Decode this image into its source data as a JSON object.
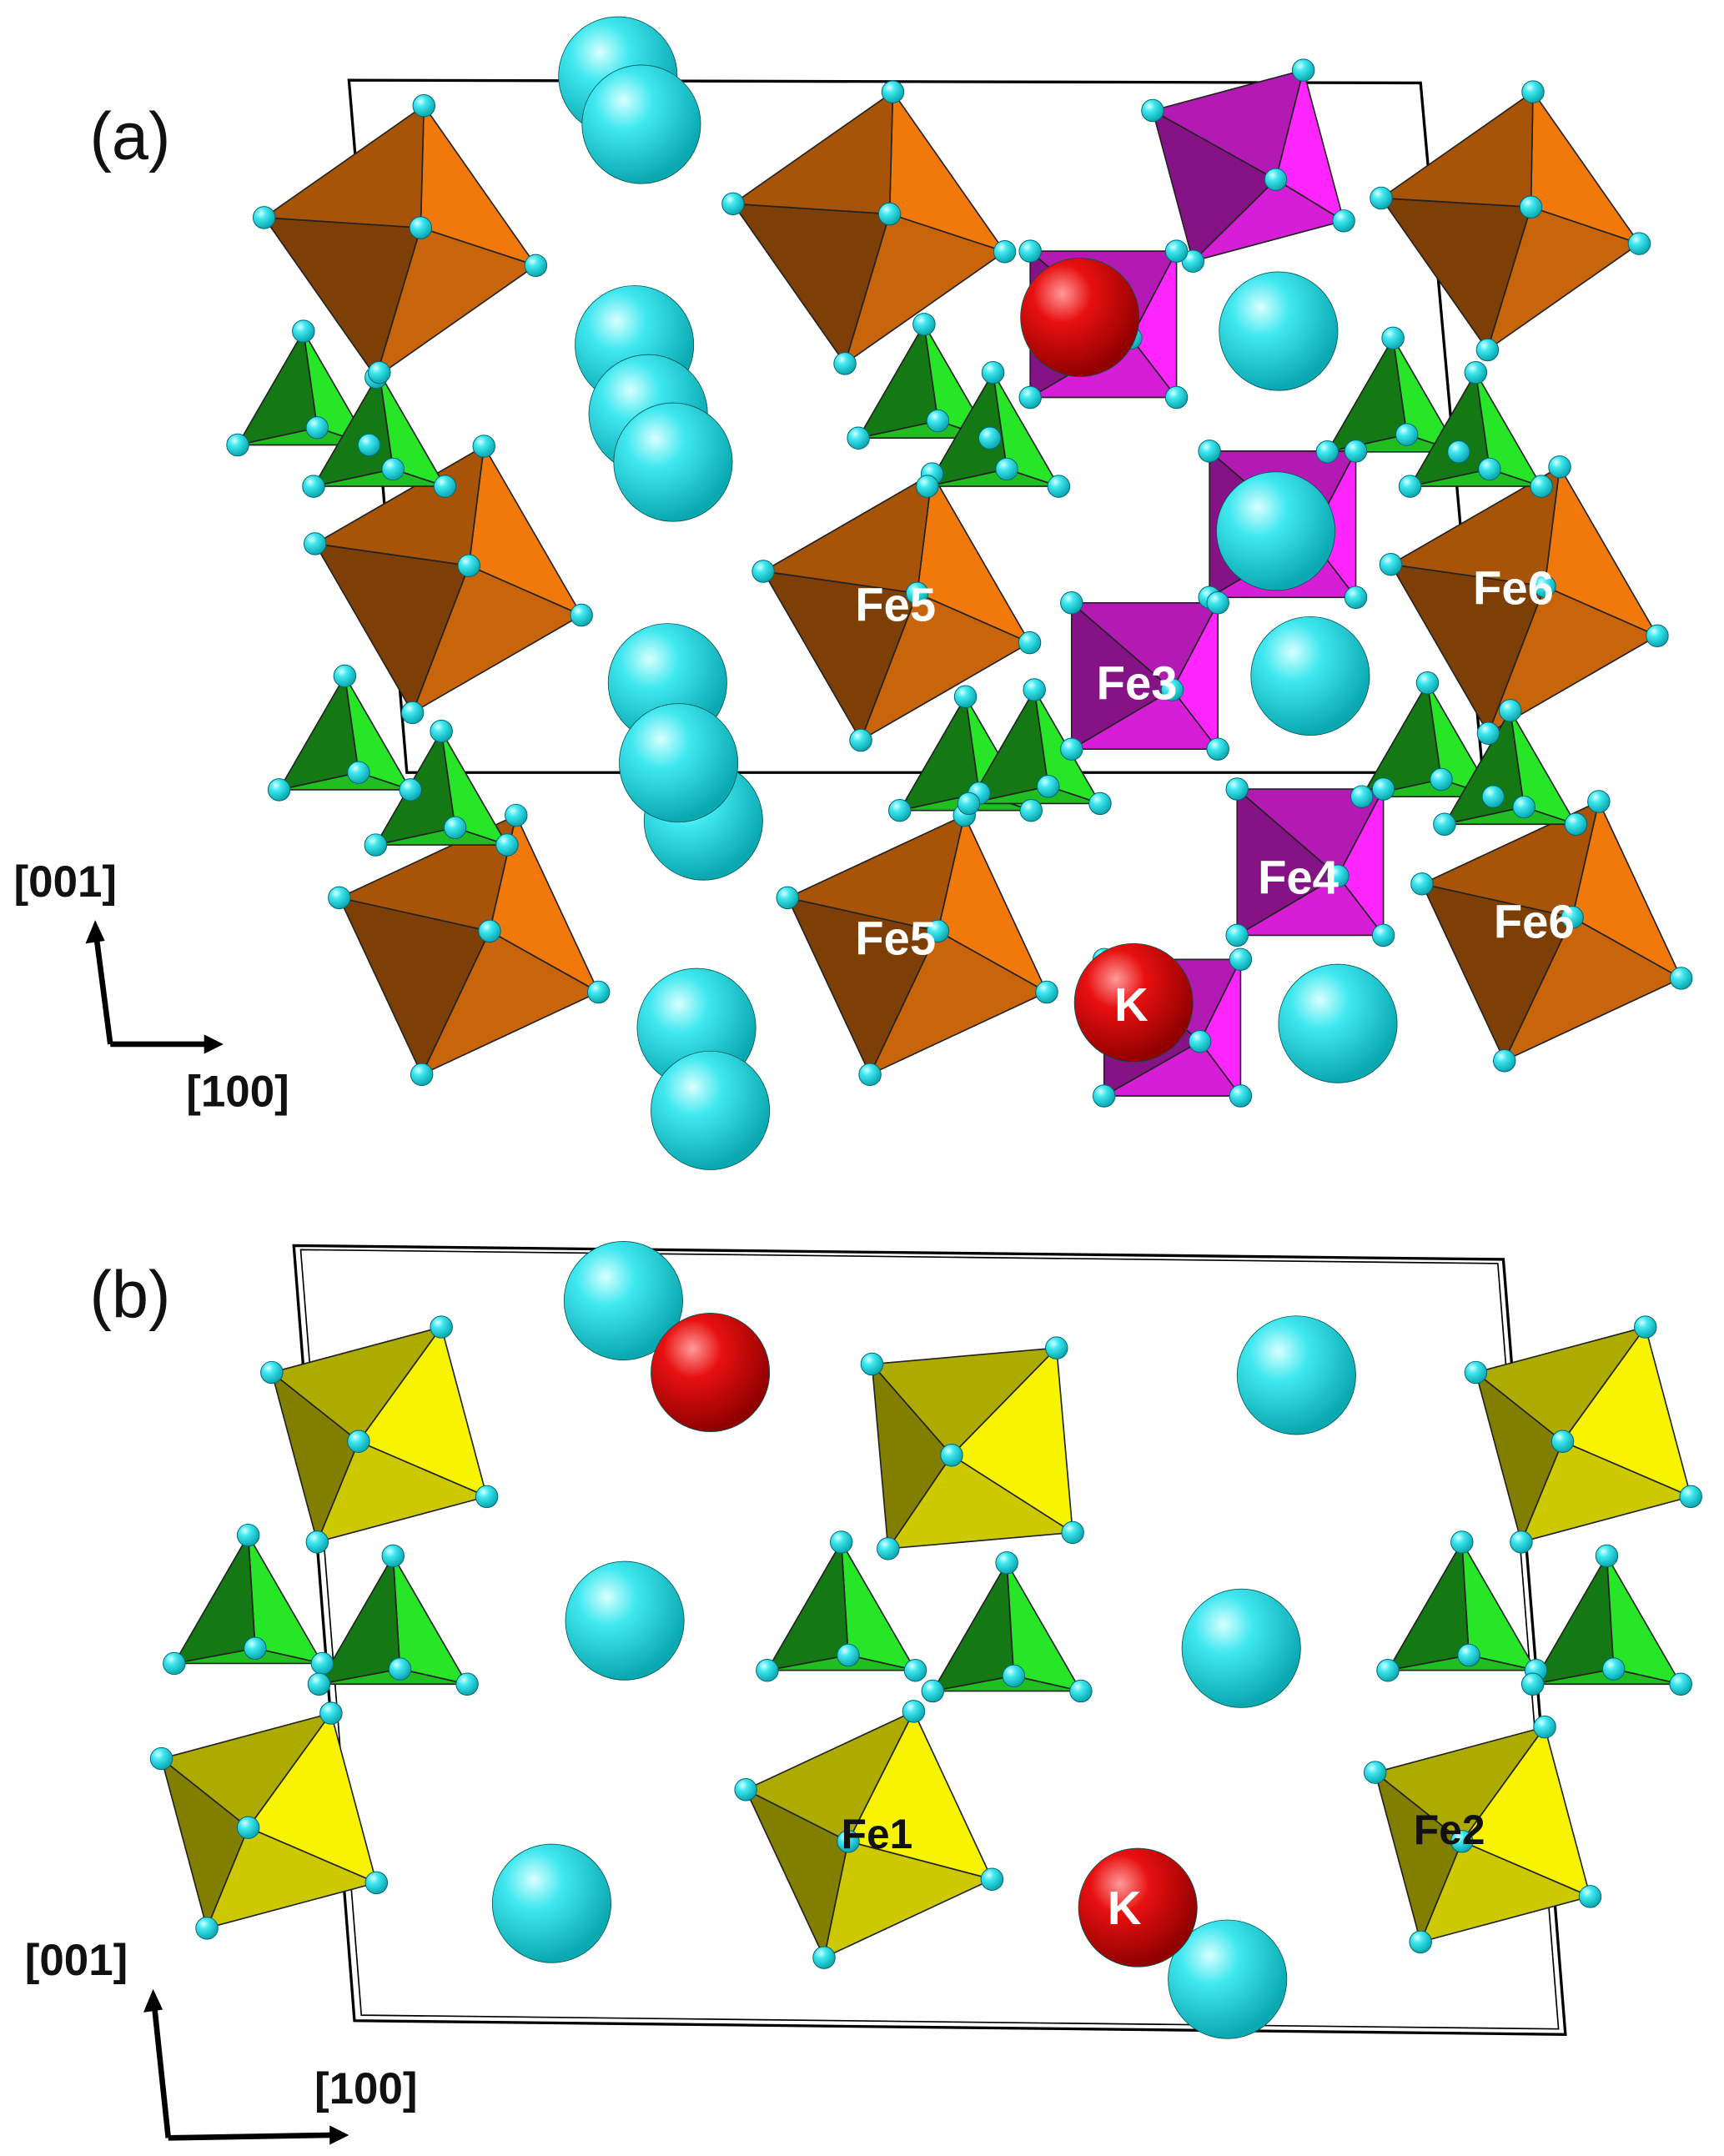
{
  "panels": {
    "a": {
      "label": "(a)",
      "site_labels": [
        "Fe5",
        "Fe5",
        "Fe3",
        "Fe4",
        "Fe6",
        "Fe6",
        "K"
      ],
      "axis_vertical": "[001]",
      "axis_horizontal": "[100]"
    },
    "b": {
      "label": "(b)",
      "site_labels": [
        "Fe1",
        "Fe2",
        "K"
      ],
      "axis_vertical": "[001]",
      "axis_horizontal": "[100]"
    }
  },
  "colors": {
    "octahedron_orange": "#d2690a",
    "octahedron_magenta": "#e020e0",
    "tetrahedron_green": "#22c822",
    "polyhedron_yellow": "#d8d400",
    "oxygen_cyan": "#33e0e8",
    "sphere_cyan": "#3fe6ee",
    "potassium_red": "#e01010"
  }
}
